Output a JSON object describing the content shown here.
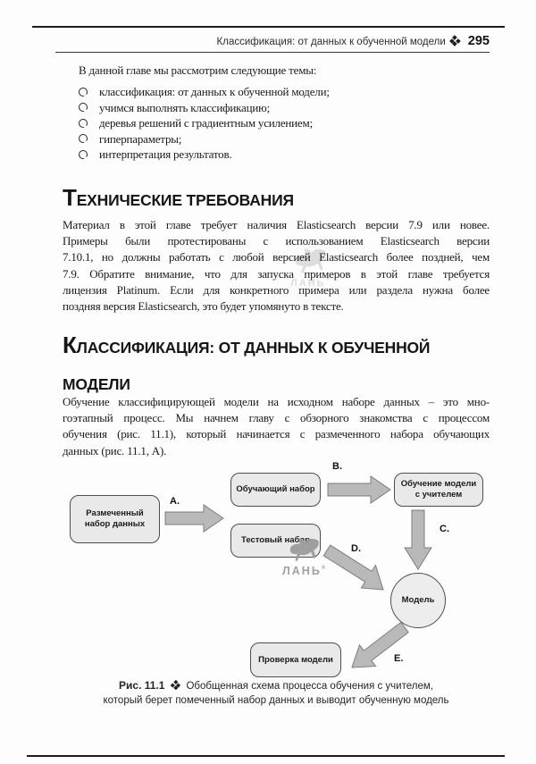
{
  "header": {
    "title": "Классификация: от данных к обученной модели",
    "page_number": "295"
  },
  "icons": {
    "header_separator": "diamond-icon",
    "caption_separator": "diamond-icon",
    "topic_bullet": "open-circle-icon"
  },
  "intro": "В данной главе мы рассмотрим следующие темы:",
  "topics": [
    "классификация: от данных к обученной модели;",
    "учимся выполнять классификацию;",
    "деревья решений с градиентным усилением;",
    "гиперпараметры;",
    "интерпретация результатов."
  ],
  "section_tech": {
    "title_lead": "Т",
    "title_rest": "ехнические требования",
    "lines": [
      "Материал в этой главе требует наличия Elasticsearch версии 7.9 или новее.",
      "Примеры были протестированы с использованием Elasticsearch версии",
      "7.10.1, но должны работать с любой версией Elasticsearch более поздней, чем",
      "7.9. Обратите внимание, что для запуска примеров в этой главе требуется",
      "лицензия Platinum. Если для конкретного примера или раздела нужна более",
      "поздняя версия Elasticsearch, это будет упомянуто в тексте."
    ]
  },
  "section_class": {
    "title_lead": "К",
    "title_rest_line1": "лассификация: от данных к обученной",
    "title_line2": "модели",
    "lines": [
      "Обучение классифицирующей модели на исходном наборе данных – это мно-",
      "гоэтапный процесс. Мы начнем главу с обзорного знакомства с процессом",
      "обучения (рис. 11.1), который начинается с размеченного набора обучающих",
      "данных (рис. 11.1, А)."
    ]
  },
  "figure": {
    "nodes": {
      "labeled_dataset": "Размеченный набор данных",
      "training_set": "Обучающий набор",
      "test_set": "Тестовый набор",
      "supervised_training": "Обучение модели с учителем",
      "model": "Модель",
      "model_validation": "Проверка модели"
    },
    "arrow_labels": {
      "a": "A.",
      "b": "B.",
      "c": "C.",
      "d": "D.",
      "e": "E."
    },
    "caption_label": "Рис. 11.1",
    "caption_line1": "Обобщенная схема процесса обучения с учителем,",
    "caption_line2": "который берет помеченный набор данных и выводит обученную модель"
  },
  "watermark": {
    "text": "ЛАНЬ",
    "reg": "®"
  }
}
